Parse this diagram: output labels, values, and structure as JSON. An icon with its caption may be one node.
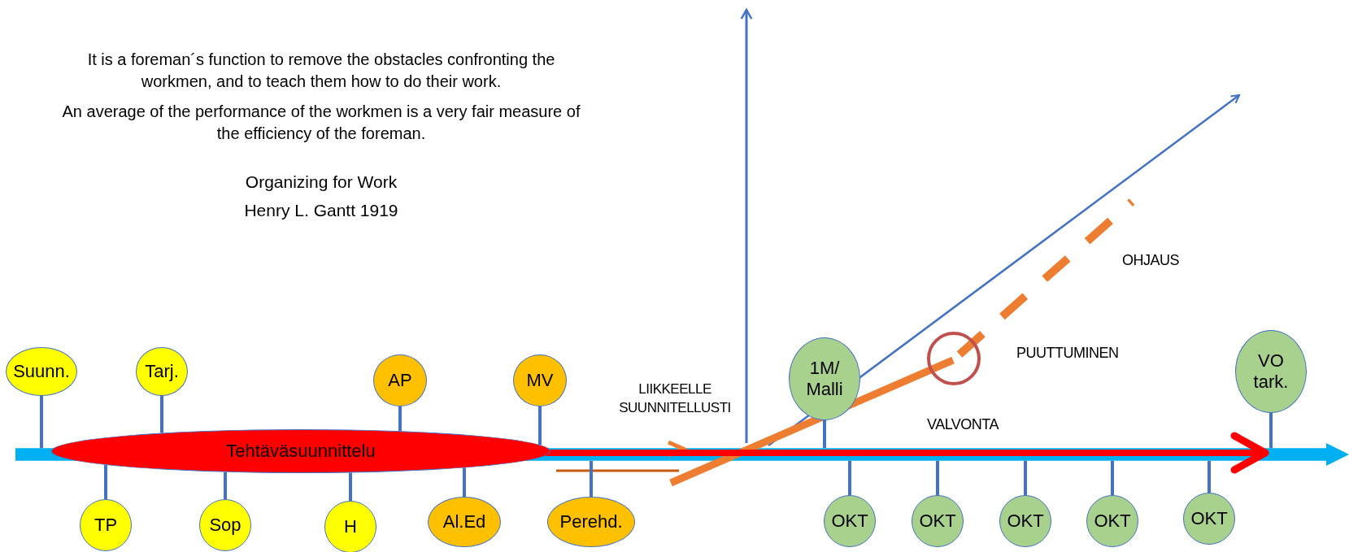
{
  "diagram": {
    "nodes": [
      {
        "text": [
          "Suunn."
        ]
      },
      {
        "text": [
          "Tarj."
        ]
      },
      {
        "text": [
          "AP"
        ]
      },
      {
        "text": [
          "MV"
        ]
      },
      {
        "text": [
          "1M/ Malli"
        ]
      },
      {
        "text": [
          "VO tark."
        ]
      },
      {
        "text": [],
        "shape": "bar"
      },
      {
        "text": [
          "Tehtäväsuunnittelu"
        ]
      },
      {
        "text": [
          "TP"
        ]
      },
      {
        "text": [
          "Sop"
        ]
      },
      {
        "text": [
          "H"
        ]
      },
      {
        "text": [
          "Al.Ed"
        ]
      },
      {
        "text": [
          "Perehd."
        ]
      },
      {
        "text": [
          "OKT"
        ]
      },
      {
        "text": [
          "OKT"
        ]
      },
      {
        "text": [
          "OKT"
        ]
      },
      {
        "text": [
          "OKT"
        ]
      },
      {
        "text": [
          "OKT"
        ]
      }
    ],
    "edges": [
      {
        "from": 0,
        "to": 6,
        "arrow": "none"
      },
      {
        "from": 1,
        "to": 7,
        "arrow": "none"
      },
      {
        "from": 2,
        "to": 7,
        "arrow": "none"
      },
      {
        "from": 3,
        "to": 7,
        "arrow": "none"
      },
      {
        "from": 4,
        "to": 6,
        "arrow": "none"
      },
      {
        "from": 5,
        "to": 6,
        "arrow": "none"
      },
      {
        "from": 8,
        "to": 7,
        "arrow": "none"
      },
      {
        "from": 9,
        "to": 7,
        "arrow": "none"
      },
      {
        "from": 10,
        "to": 7,
        "arrow": "none"
      },
      {
        "from": 11,
        "to": 7,
        "arrow": "none"
      },
      {
        "from": 12,
        "to": 6,
        "arrow": "none"
      },
      {
        "from": 13,
        "to": 6,
        "arrow": "none"
      },
      {
        "from": 14,
        "to": 6,
        "arrow": "none"
      },
      {
        "from": 15,
        "to": 6,
        "arrow": "none"
      },
      {
        "from": 16,
        "to": 6,
        "arrow": "none"
      },
      {
        "from": 17,
        "to": 6,
        "arrow": "none"
      }
    ],
    "labels": [
      "It is a foreman´s function to remove the obstacles confronting the workmen, and to teach them how to do their work.",
      "An average of the performance of the workmen is a very fair measure of the efficiency of the foreman.",
      "Organizing for Work",
      "Henry L. Gantt 1919",
      "OHJAUS",
      "PUUTTUMINEN",
      "LIIKKEELLE SUUNNITELLUSTI",
      "VALVONTA"
    ]
  }
}
